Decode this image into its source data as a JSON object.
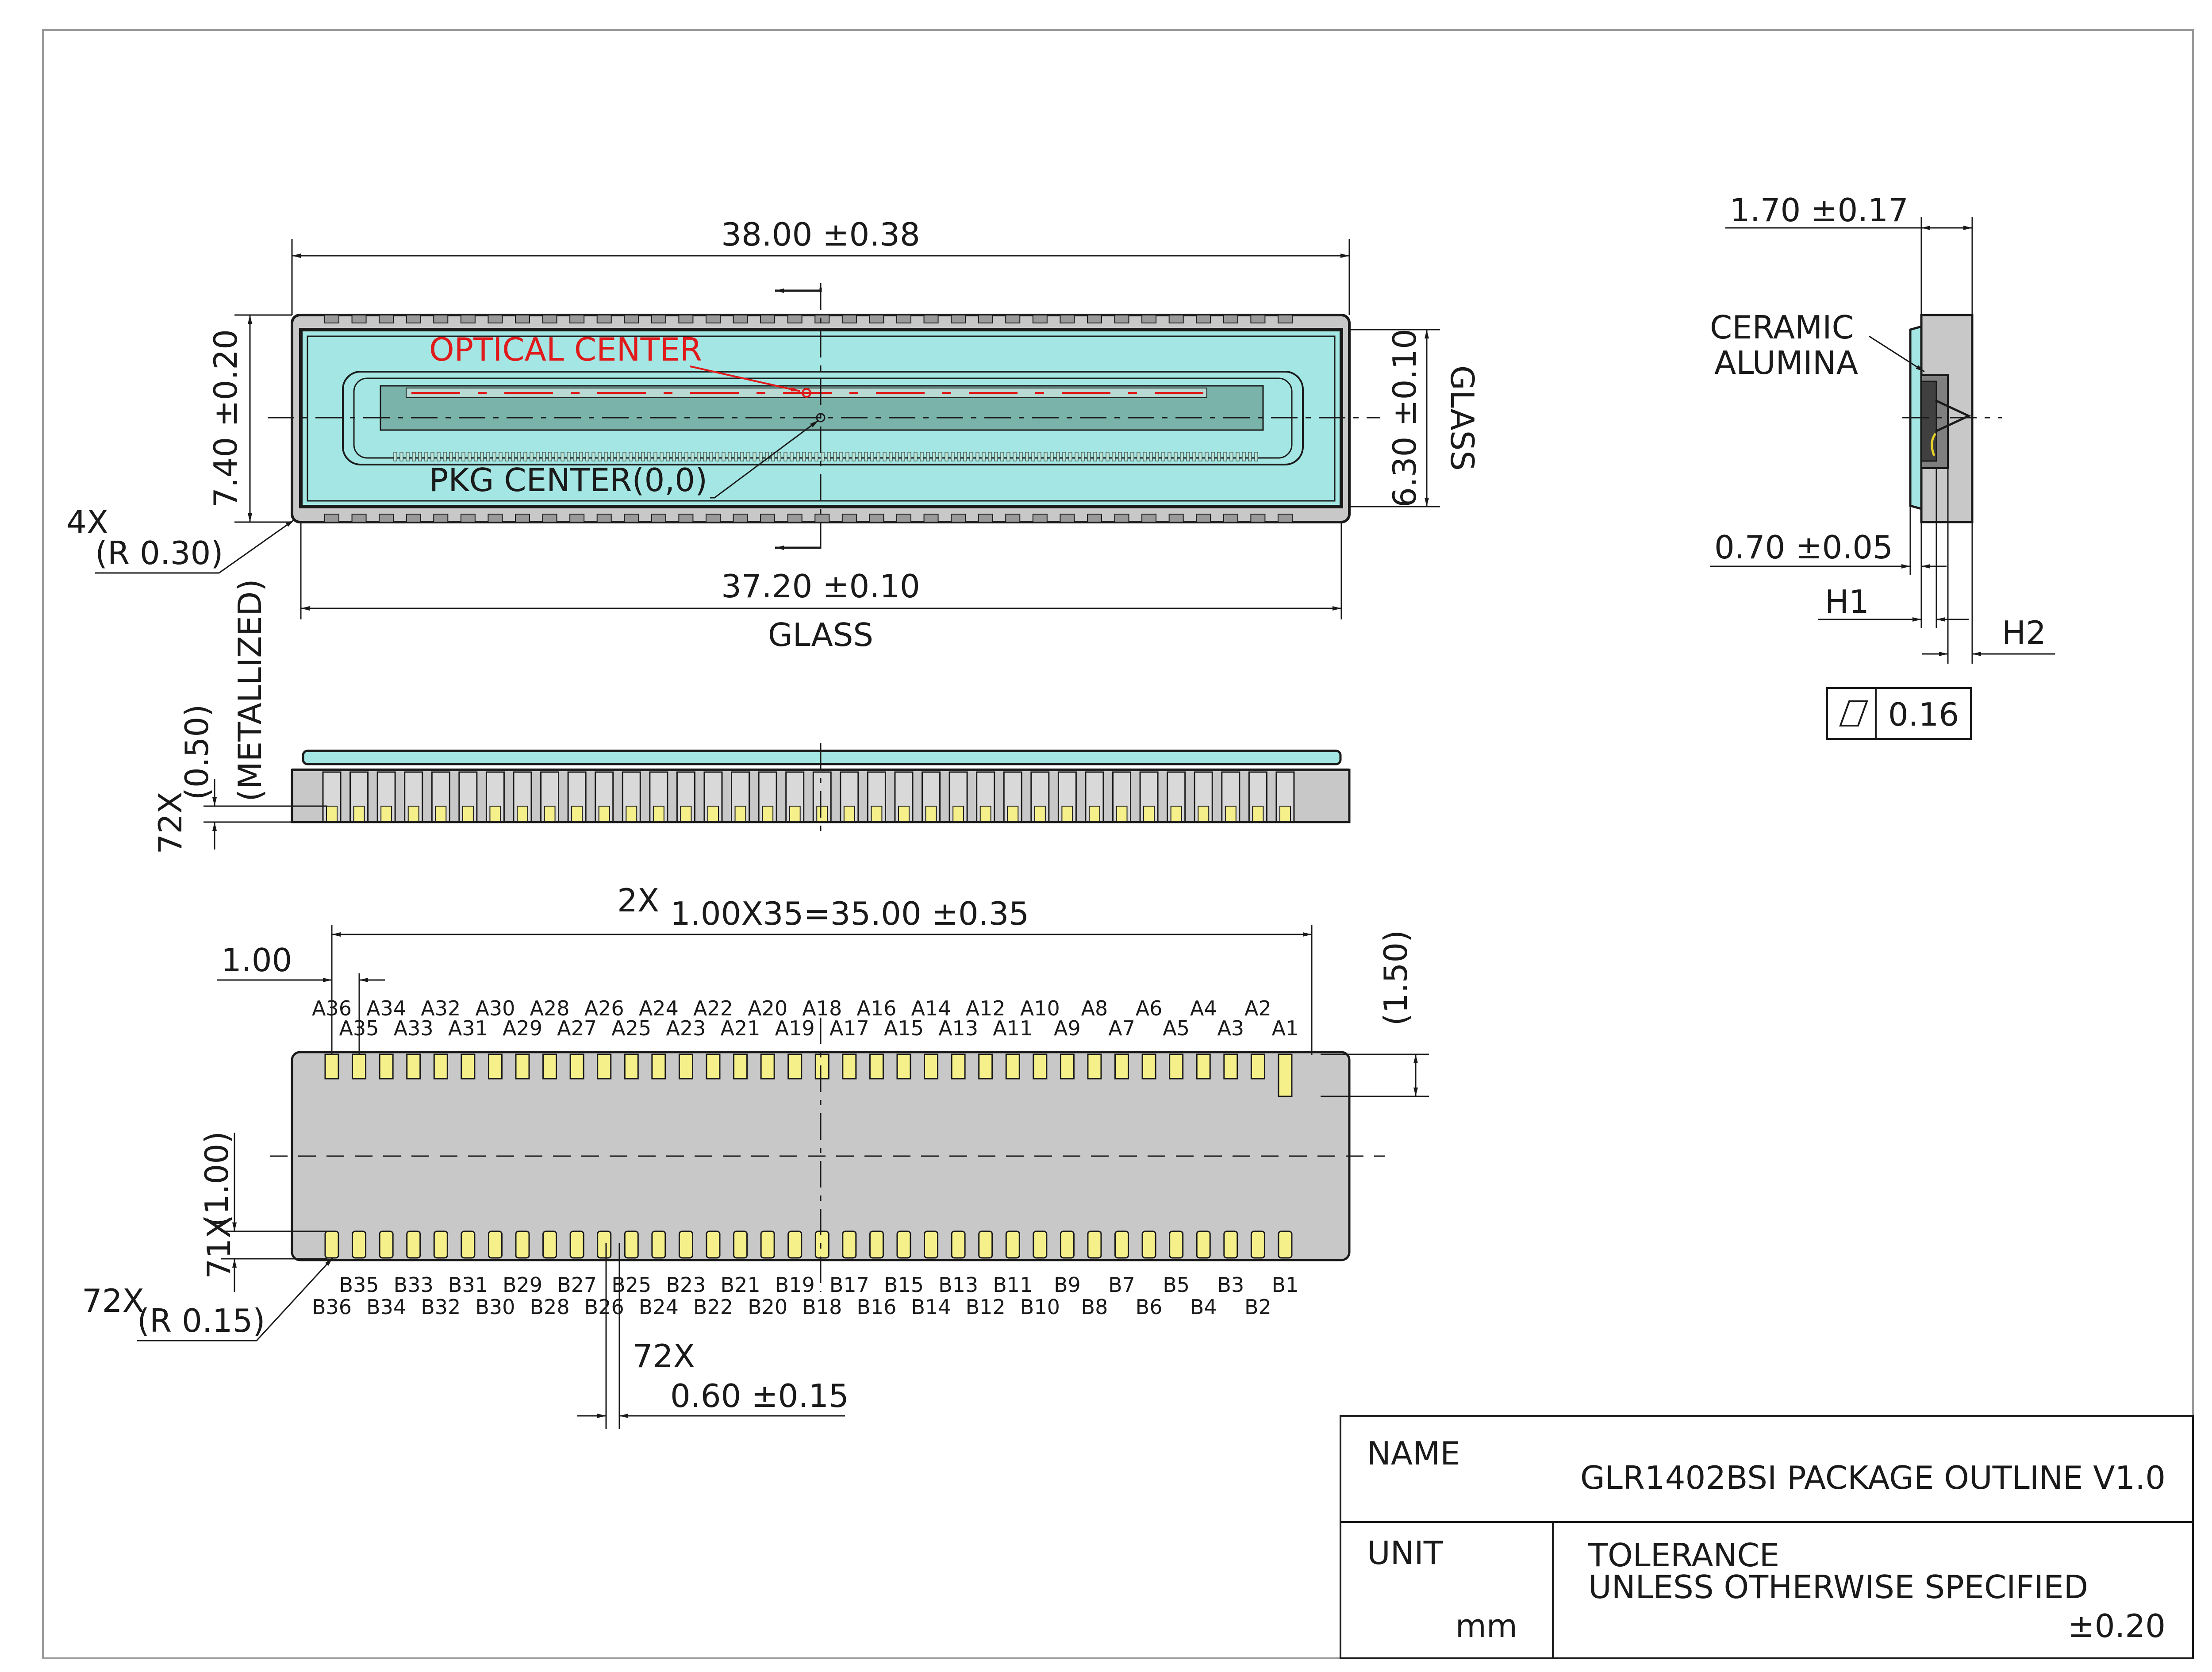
{
  "colors": {
    "glass": "#a3e6e3",
    "package": "#c8c8c8",
    "pad": "#f5f08a",
    "line": "#1a1a1a",
    "optical": "#e01a1a",
    "sensor": "#7ab3aa"
  },
  "top_view": {
    "total_length": "38.00 ±0.38",
    "total_height": "7.40 ±0.20",
    "glass_height": "6.30 ±0.10",
    "glass_height_label": "GLASS",
    "glass_length": "37.20 ±0.10",
    "glass_length_label": "GLASS",
    "corner_count": "4X",
    "corner_radius": "(R 0.30)",
    "optical_center": "OPTICAL CENTER",
    "pkg_center": "PKG CENTER(0,0)"
  },
  "side_section": {
    "thickness": "1.70 ±0.17",
    "material_line1": "CERAMIC",
    "material_line2": "ALUMINA",
    "glass_thickness": "0.70 ±0.05",
    "h1": "H1",
    "h2": "H2",
    "flatness_value": "0.16"
  },
  "front_view": {
    "pad_count": "72X",
    "pad_height": "(0.50)",
    "metallized": "(METALLIZED)"
  },
  "bottom_view": {
    "pitch_count": "2X",
    "pitch": "1.00X35=35.00 ±0.35",
    "pitch_single": "1.00",
    "pad_length": "(1.50)",
    "row_spacing": "(1.00)",
    "row_spacing_count": "71X",
    "pad_radius_count": "72X",
    "pad_radius": "(R 0.15)",
    "pad_width_count": "72X",
    "pad_width": "0.60 ±0.15",
    "pins_a_upper": [
      "A36",
      "A34",
      "A32",
      "A30",
      "A28",
      "A26",
      "A24",
      "A22",
      "A20",
      "A18",
      "A16",
      "A14",
      "A12",
      "A10",
      "A8",
      "A6",
      "A4",
      "A2"
    ],
    "pins_a_lower": [
      "A35",
      "A33",
      "A31",
      "A29",
      "A27",
      "A25",
      "A23",
      "A21",
      "A19",
      "A17",
      "A15",
      "A13",
      "A11",
      "A9",
      "A7",
      "A5",
      "A3",
      "A1"
    ],
    "pins_b_upper": [
      "B35",
      "B33",
      "B31",
      "B29",
      "B27",
      "B25",
      "B23",
      "B21",
      "B19",
      "B17",
      "B15",
      "B13",
      "B11",
      "B9",
      "B7",
      "B5",
      "B3",
      "B1"
    ],
    "pins_b_lower": [
      "B36",
      "B34",
      "B32",
      "B30",
      "B28",
      "B26",
      "B24",
      "B22",
      "B20",
      "B18",
      "B16",
      "B14",
      "B12",
      "B10",
      "B8",
      "B6",
      "B4",
      "B2"
    ]
  },
  "title_block": {
    "name_label": "NAME",
    "name_value": "GLR1402BSI PACKAGE OUTLINE V1.0",
    "unit_label": "UNIT",
    "unit_value": "mm",
    "tolerance_line1": "TOLERANCE",
    "tolerance_line2": "UNLESS OTHERWISE SPECIFIED",
    "tolerance_value": "±0.20"
  }
}
